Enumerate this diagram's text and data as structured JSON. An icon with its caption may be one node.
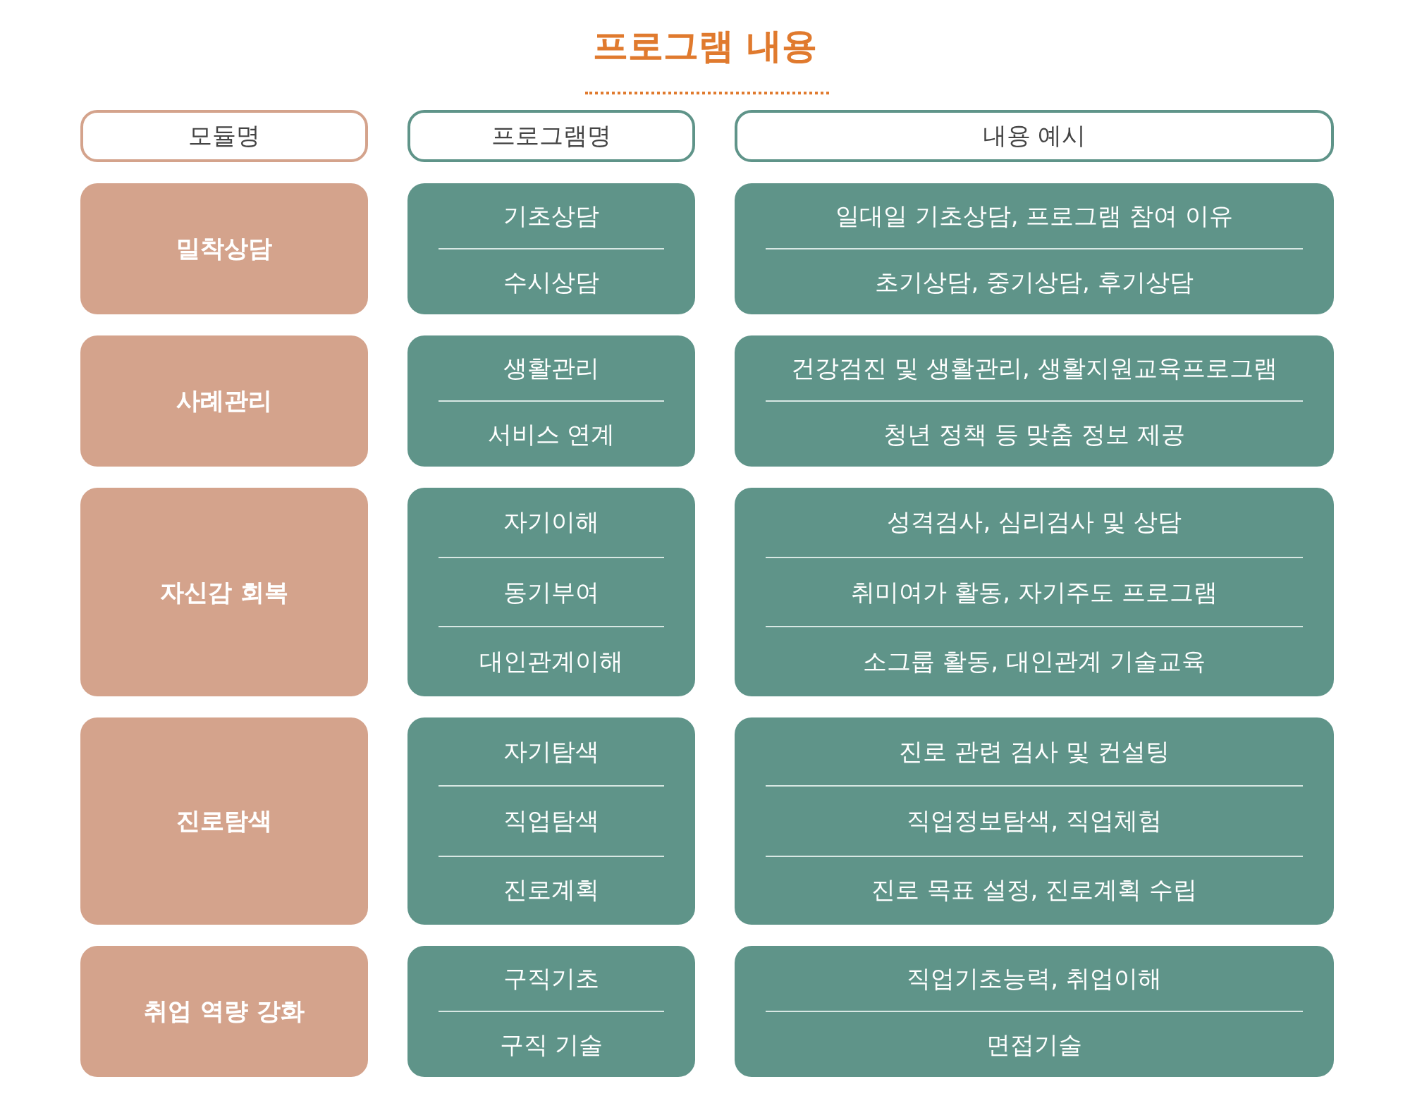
{
  "diagram": {
    "title": "프로그램 내용",
    "nodes": [
      {
        "text": [
          "모듈명"
        ]
      },
      {
        "text": [
          "프로그램명"
        ]
      },
      {
        "text": [
          "내용 예시"
        ]
      },
      {
        "text": [
          "밀착상담"
        ]
      },
      {
        "text": [
          "기초상담",
          "수시상담"
        ]
      },
      {
        "text": [
          "일대일 기초상담, 프로그램 참여 이유",
          "초기상담, 중기상담, 후기상담"
        ]
      },
      {
        "text": [
          "사례관리"
        ]
      },
      {
        "text": [
          "생활관리",
          "서비스 연계"
        ]
      },
      {
        "text": [
          "건강검진 및 생활관리, 생활지원교육프로그램",
          "청년 정책 등 맞춤 정보 제공"
        ]
      },
      {
        "text": [
          "자신감 회복"
        ]
      },
      {
        "text": [
          "자기이해",
          "동기부여",
          "대인관계이해"
        ]
      },
      {
        "text": [
          "성격검사, 심리검사 및 상담",
          "취미여가 활동, 자기주도 프로그램",
          "소그룹 활동, 대인관계 기술교육"
        ]
      },
      {
        "text": [
          "진로탐색"
        ]
      },
      {
        "text": [
          "자기탐색",
          "직업탐색",
          "진로계획"
        ]
      },
      {
        "text": [
          "진로 관련 검사 및 컨설팅",
          "직업정보탐색, 직업체험",
          "진로 목표 설정, 진로계획 수립"
        ]
      },
      {
        "text": [
          "취업 역량 강화"
        ]
      },
      {
        "text": [
          "구직기초",
          "구직 기술"
        ]
      },
      {
        "text": [
          "직업기초능력, 취업이해",
          "면접기술"
        ]
      }
    ]
  }
}
